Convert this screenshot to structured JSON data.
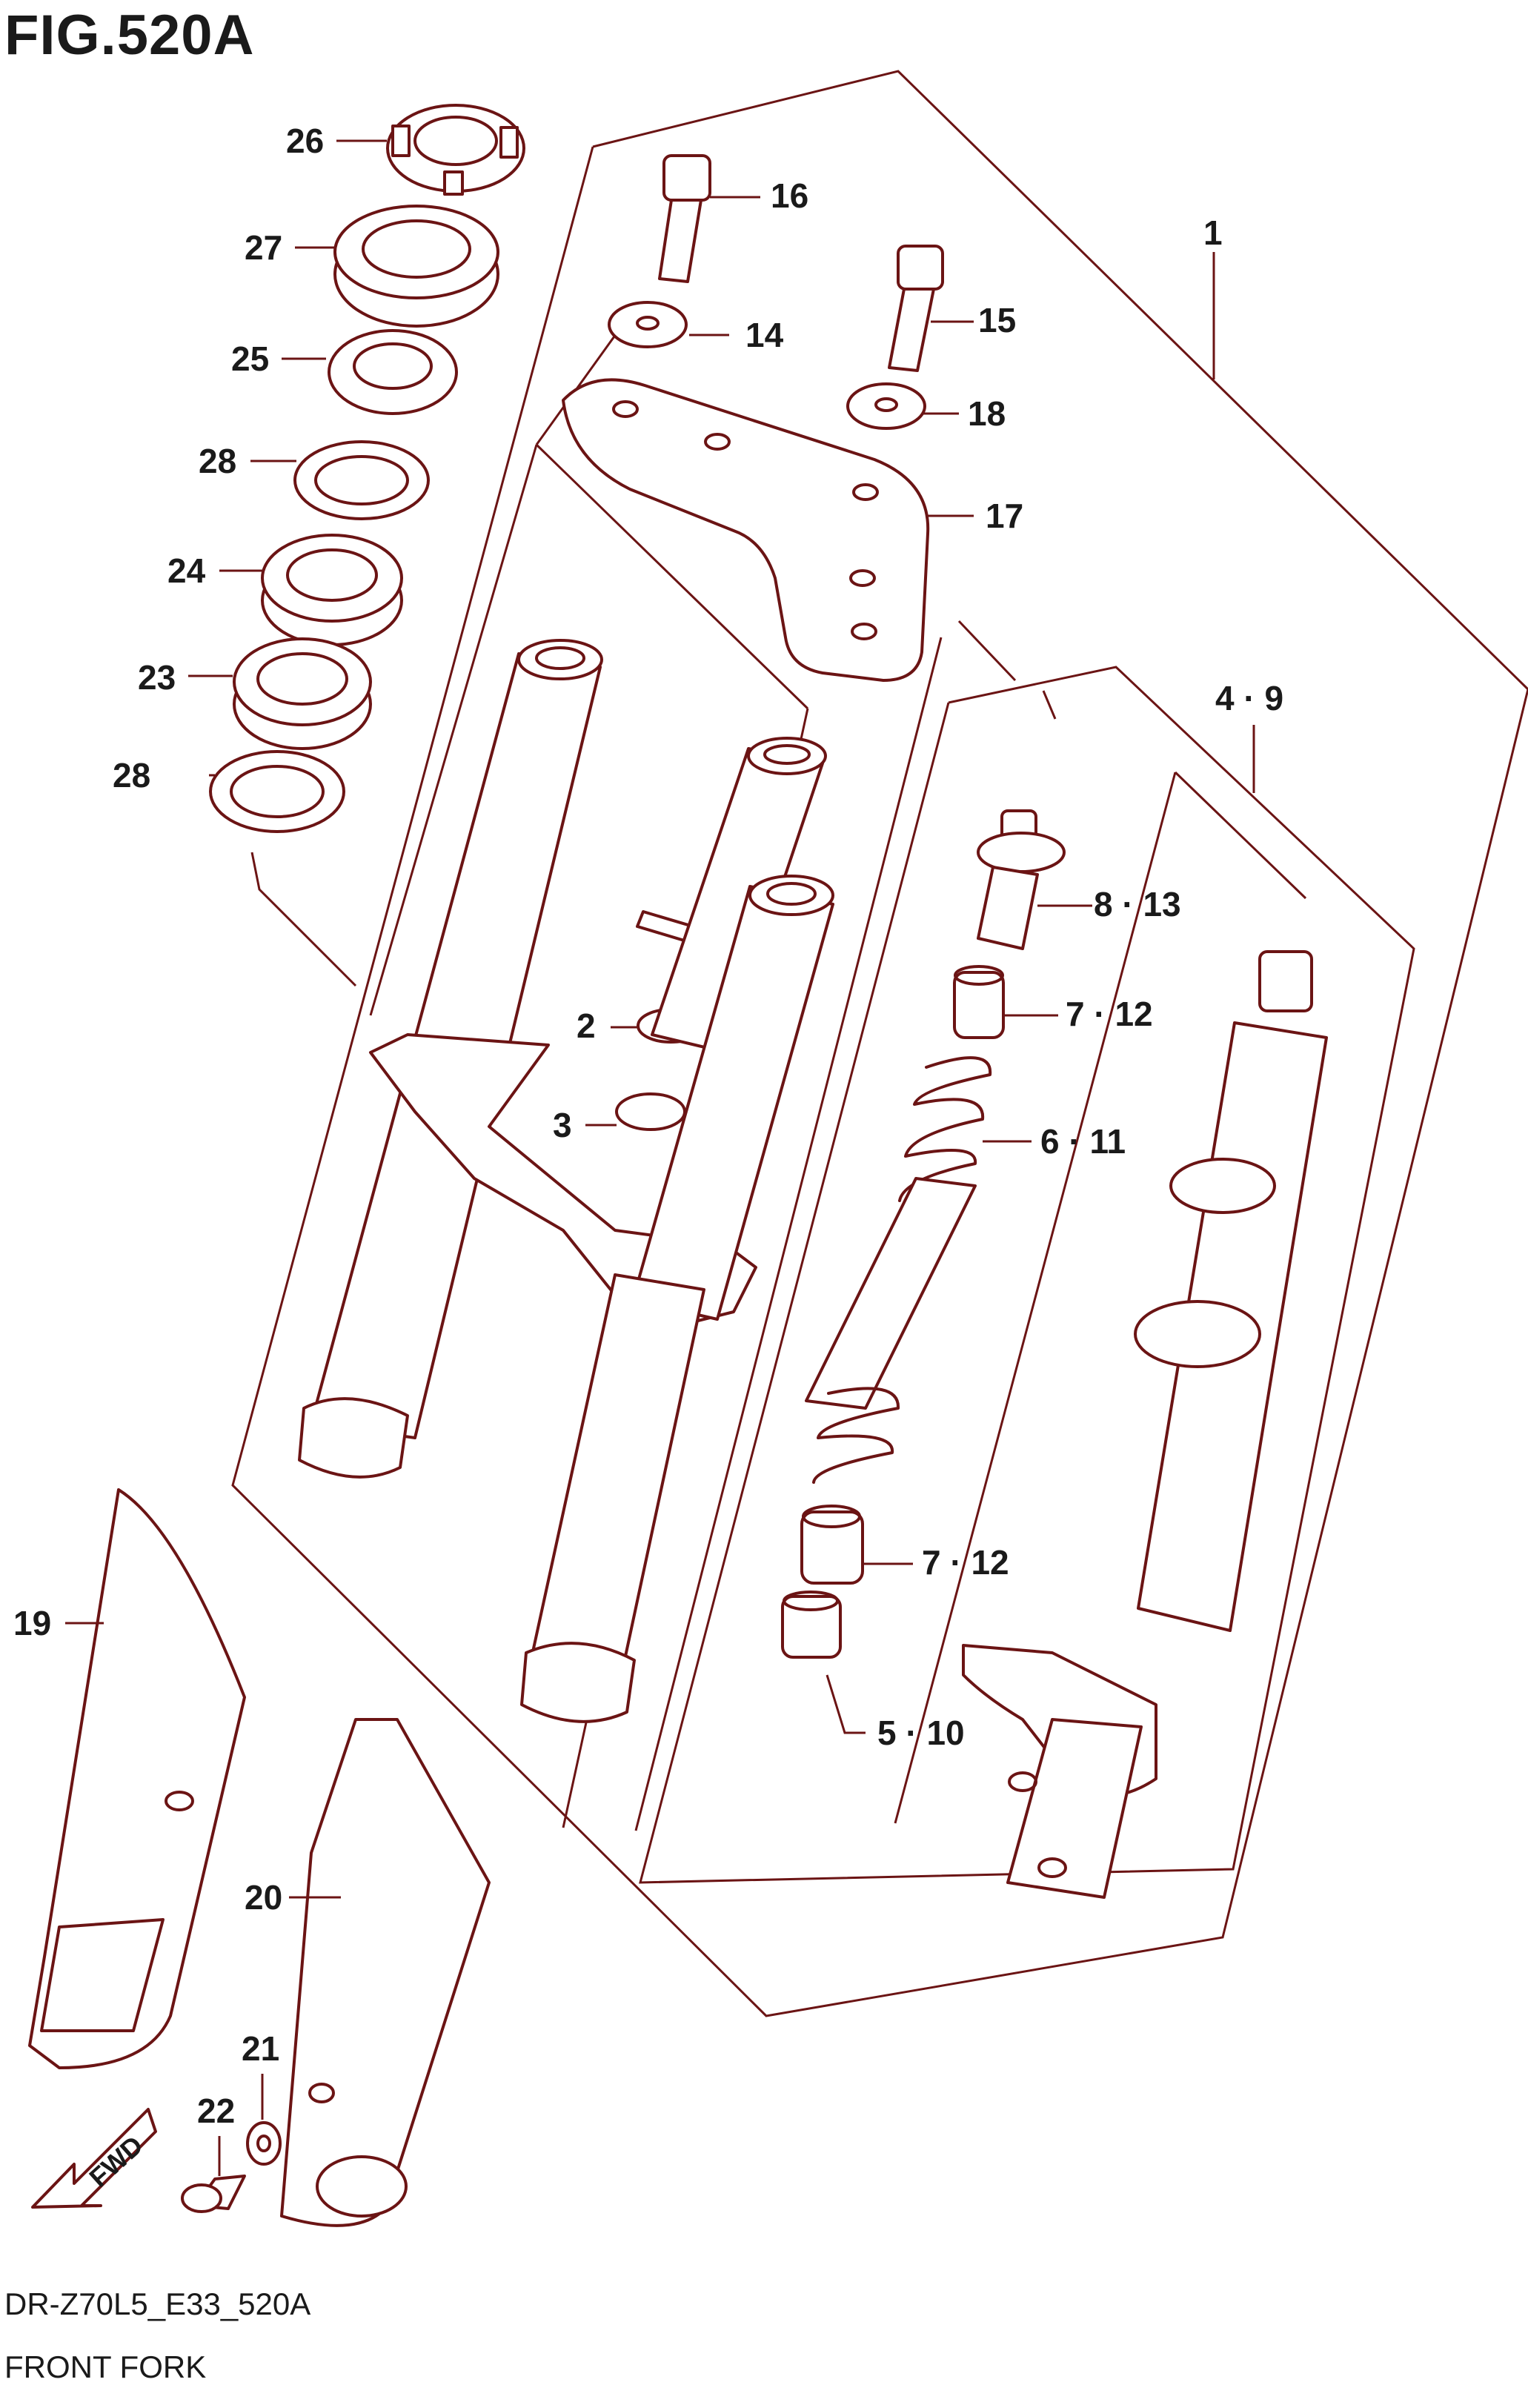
{
  "figure": {
    "title": "FIG.520A",
    "code": "DR-Z70L5_E33_520A",
    "name": "FRONT FORK"
  },
  "fwd_label": "FWD",
  "colors": {
    "line": "#6b1414",
    "text": "#1a1a1a",
    "background": "#ffffff"
  },
  "callouts": [
    {
      "id": "c1",
      "text": "1"
    },
    {
      "id": "c2",
      "text": "2"
    },
    {
      "id": "c3",
      "text": "3"
    },
    {
      "id": "c49",
      "text": "4 · 9"
    },
    {
      "id": "c510",
      "text": "5 · 10"
    },
    {
      "id": "c611",
      "text": "6 · 11"
    },
    {
      "id": "c712a",
      "text": "7 · 12"
    },
    {
      "id": "c712b",
      "text": "7 · 12"
    },
    {
      "id": "c813",
      "text": "8 · 13"
    },
    {
      "id": "c14",
      "text": "14"
    },
    {
      "id": "c15",
      "text": "15"
    },
    {
      "id": "c16",
      "text": "16"
    },
    {
      "id": "c17",
      "text": "17"
    },
    {
      "id": "c18",
      "text": "18"
    },
    {
      "id": "c19",
      "text": "19"
    },
    {
      "id": "c20",
      "text": "20"
    },
    {
      "id": "c21",
      "text": "21"
    },
    {
      "id": "c22",
      "text": "22"
    },
    {
      "id": "c23",
      "text": "23"
    },
    {
      "id": "c24",
      "text": "24"
    },
    {
      "id": "c25",
      "text": "25"
    },
    {
      "id": "c26",
      "text": "26"
    },
    {
      "id": "c27",
      "text": "27"
    },
    {
      "id": "c28a",
      "text": "28"
    },
    {
      "id": "c28b",
      "text": "28"
    }
  ]
}
